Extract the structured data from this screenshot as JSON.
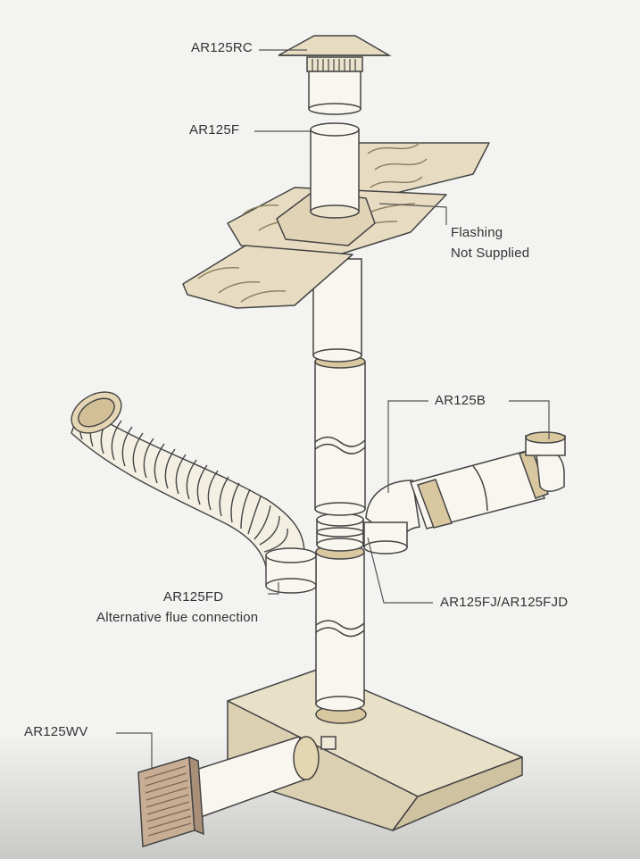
{
  "labels": {
    "rain_cap": "AR125RC",
    "flue_pipe": "AR125F",
    "flashing_line1": "Flashing",
    "flashing_line2": "Not Supplied",
    "bend": "AR125B",
    "flexible_duct": "AR125FD",
    "flexible_duct_note": "Alternative flue connection",
    "joiner": "AR125FJ/AR125FJD",
    "wall_vent": "AR125WV"
  },
  "colors": {
    "background": "#f3f3f1",
    "pipe_fill": "#f8f6ee",
    "pipe_band": "#d9c7a0",
    "roof_tile": "#e7dcc2",
    "tile_shadow": "#cbbd9a",
    "appliance_box": "#e6dcc3",
    "vent_grille": "#b89c85",
    "outline": "#444444",
    "leader_line": "#555555",
    "text": "#333333"
  }
}
